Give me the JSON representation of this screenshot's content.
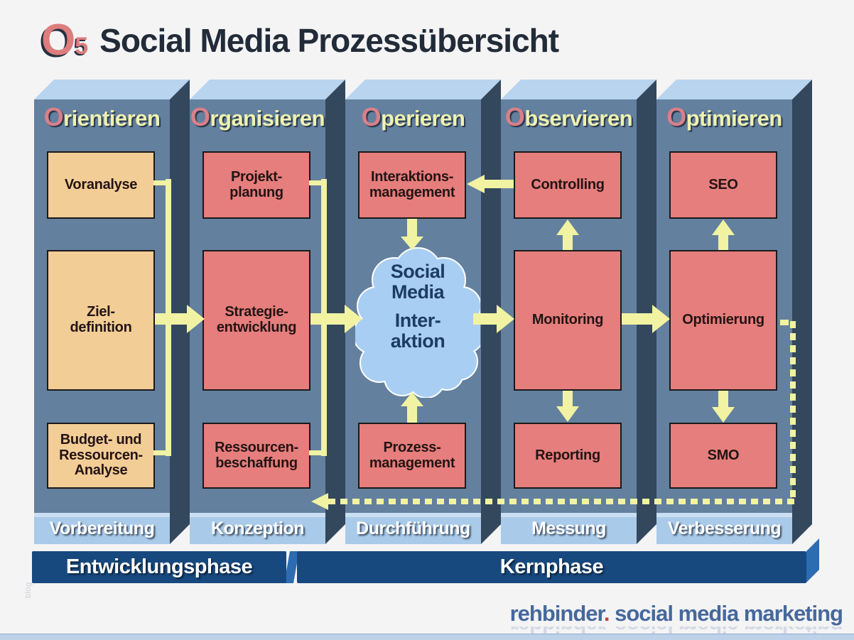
{
  "title": {
    "logo_letter": "O",
    "logo_subscript": "5",
    "text": "Social Media Prozessübersicht"
  },
  "columns": [
    {
      "header_initial": "O",
      "header_rest": "rientieren",
      "phase": "Vorbereitung",
      "boxes": {
        "top": "Voranalyse",
        "middle": "Ziel-\ndefinition",
        "bottom": "Budget- und\nRessourcen-\nAnalyse"
      }
    },
    {
      "header_initial": "O",
      "header_rest": "rganisieren",
      "phase": "Konzeption",
      "boxes": {
        "top": "Projekt-\nplanung",
        "middle": "Strategie-\nentwicklung",
        "bottom": "Ressourcen-\nbeschaffung"
      }
    },
    {
      "header_initial": "O",
      "header_rest": "perieren",
      "phase": "Durchführung",
      "boxes": {
        "top": "Interaktions-\nmanagement",
        "bottom": "Prozess-\nmanagement"
      }
    },
    {
      "header_initial": "O",
      "header_rest": "bservieren",
      "phase": "Messung",
      "boxes": {
        "top": "Controlling",
        "middle": "Monitoring",
        "bottom": "Reporting"
      }
    },
    {
      "header_initial": "O",
      "header_rest": "ptimieren",
      "phase": "Verbesserung",
      "boxes": {
        "top": "SEO",
        "middle": "Optimierung",
        "bottom": "SMO"
      }
    }
  ],
  "cloud": {
    "line1": "Social",
    "line2": "Media",
    "line3": "Inter-",
    "line4": "aktion"
  },
  "phase_bars": {
    "development": "Entwicklungsphase",
    "core": "Kernphase"
  },
  "brand": {
    "name": "rehbinder",
    "dot": ".",
    "tagline": "social media marketing"
  },
  "watermark": "blog",
  "colors": {
    "column_face": "#64809f",
    "column_top": "#b8d4ee",
    "column_side": "#33475d",
    "box_tan": "#f3cd96",
    "box_salmon": "#e57e7c",
    "arrow_yellow": "#f1f3a2",
    "cloud_blue": "#a9cef3",
    "band_blue": "#a9cae9",
    "bar_navy": "#17497f",
    "bar_accent": "#2e6cb2",
    "logo_salmon": "#dd7d7d",
    "brand_blue": "#46689b"
  }
}
